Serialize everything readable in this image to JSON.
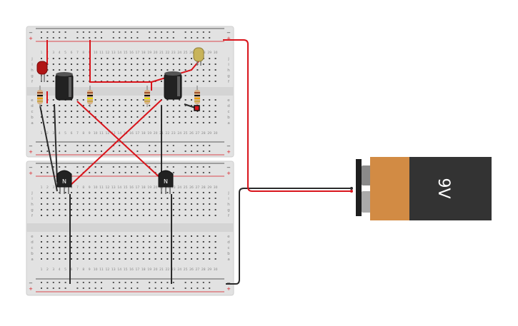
{
  "battery": {
    "label": "9V"
  },
  "breadboards": [
    {
      "column_numbers": [
        "1",
        "2",
        "3",
        "4",
        "5",
        "6",
        "7",
        "8",
        "9",
        "10",
        "11",
        "12",
        "13",
        "14",
        "15",
        "16",
        "17",
        "18",
        "19",
        "20",
        "21",
        "22",
        "23",
        "24",
        "25",
        "26",
        "27",
        "28",
        "29",
        "30"
      ],
      "row_letters_top": [
        "j",
        "i",
        "h",
        "g",
        "f"
      ],
      "row_letters_bottom": [
        "e",
        "d",
        "c",
        "b",
        "a"
      ],
      "rail_plus": "+",
      "rail_minus": "−"
    },
    {
      "column_numbers": [
        "1",
        "2",
        "3",
        "4",
        "5",
        "6",
        "7",
        "8",
        "9",
        "10",
        "11",
        "12",
        "13",
        "14",
        "15",
        "16",
        "17",
        "18",
        "19",
        "20",
        "21",
        "22",
        "23",
        "24",
        "25",
        "26",
        "27",
        "28",
        "29",
        "30"
      ],
      "row_letters_top": [
        "j",
        "i",
        "h",
        "g",
        "f"
      ],
      "row_letters_bottom": [
        "e",
        "d",
        "c",
        "b",
        "a"
      ],
      "rail_plus": "+",
      "rail_minus": "−"
    }
  ],
  "transistors": [
    {
      "label": "N"
    },
    {
      "label": "N"
    }
  ],
  "colors": {
    "breadboard": "#e2e2e2",
    "wire_red": "#d9141b",
    "wire_black": "#2b2b2b",
    "battery_body": "#d28b44",
    "battery_cap": "#333333",
    "led_red": "#b01515",
    "led_yellow": "#c8b45a"
  }
}
